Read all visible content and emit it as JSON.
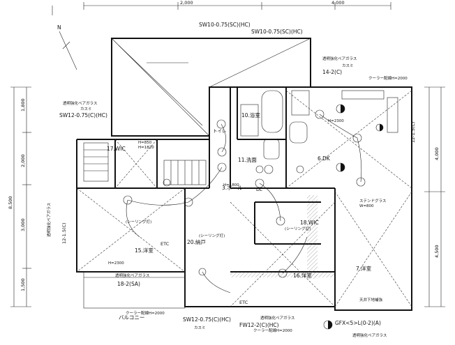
{
  "dimensions": {
    "top": [
      "2,000",
      "4,000"
    ],
    "left": [
      "8,500",
      "1,800",
      "2,000",
      "3,000",
      "1,500"
    ],
    "right": [
      "4,000",
      "4,500"
    ]
  },
  "window_labels": {
    "sw10_top": "SW10-0.75(SC)(HC)",
    "sw10_top2": "SW10-0.75(SC)(HC)",
    "sw12_left": "SW12-0.75(C)(HC)",
    "sw12_leftv": "12-1.5(C)",
    "sw12_right": "12-1.5(C)",
    "sw12_bottom": "SW12-0.75(C)(HC)",
    "fw12_bottom": "FW12-2(C)(HC)",
    "gfx_bottom": "GFX<5>L(0-2)(A)",
    "top_right": "14-2(C)",
    "bottom_left": "18-2(SA)"
  },
  "rooms": {
    "wic17": "17.WIC",
    "wic18": "18.WIC",
    "bath10": "10.浴室",
    "wash11": "11.洗面",
    "hall3": "3.ホール",
    "dk6": "6.DK",
    "room15": "15.洋室",
    "room20": "20.納戸",
    "room16": "16.洋室",
    "room7": "7.洋室",
    "balcony": "バルコニー",
    "toilet": "トイレ"
  },
  "notes": {
    "glass1": "透明強化ペアガラス",
    "glass2": "透明強化ペアガラス",
    "glass3": "透明強化ペアガラス",
    "glass4": "透明強化ペアガラス",
    "glass5": "透明強化ペアガラス",
    "glass_left": "透明強化ペアガラス",
    "steel_glass": "ステンドグラス",
    "kasumi1": "カスミ",
    "kasumi2": "カスミ",
    "kasumi3": "カスミ",
    "h1": "H=850",
    "h2": "H=1820",
    "h3": "H=2300",
    "h4": "H=2300",
    "h5": "H=1800",
    "ceiling1": "(シーリング灯)",
    "ceiling2": "(シーリング灯)",
    "ceiling3": "(シーリング灯)",
    "aircon1": "クーラー配線H=2000",
    "aircon2": "クーラー配線H=2000",
    "aircon3": "クーラー配線H=2000",
    "drain": "天井下地補強",
    "etc1": "ETC",
    "etc2": "ETC",
    "dl": "DL",
    "w": "W=800"
  }
}
